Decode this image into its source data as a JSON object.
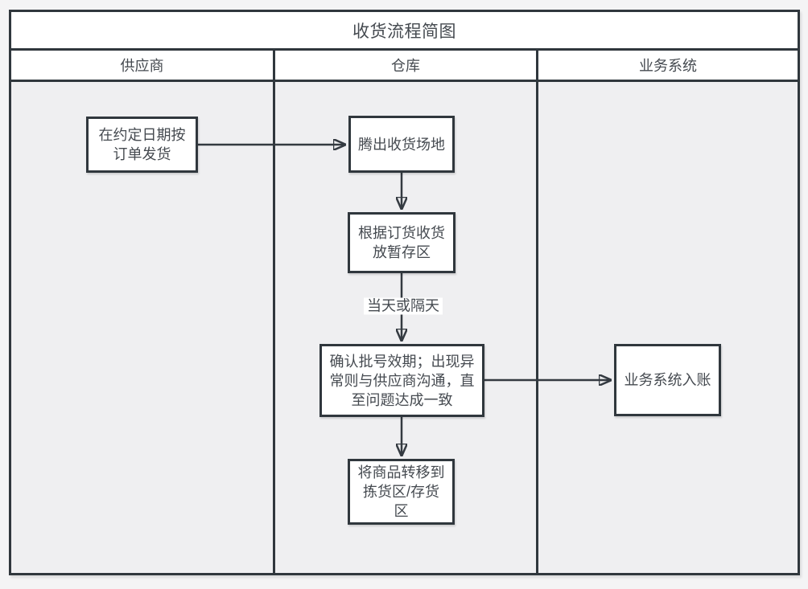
{
  "diagram": {
    "title": "收货流程简图",
    "lanes": [
      {
        "label": "供应商"
      },
      {
        "label": "仓库"
      },
      {
        "label": "业务系统"
      }
    ],
    "nodes": {
      "ship": {
        "lane": "供应商",
        "text": "在约定日期按订单发货",
        "lines": [
          "在约定日期按",
          "订单发货"
        ]
      },
      "clear": {
        "lane": "仓库",
        "text": "腾出收货场地",
        "lines": [
          "腾出收货场地"
        ]
      },
      "receive": {
        "lane": "仓库",
        "text": "根据订货收货放暂存区",
        "lines": [
          "根据订货收货",
          "放暂存区"
        ]
      },
      "confirm": {
        "lane": "仓库",
        "text": "确认批号效期；出现异常则与供应商沟通，直至问题达成一致",
        "lines": [
          "确认批号效期；出现异",
          "常则与供应商沟通，直",
          "至问题达成一致"
        ]
      },
      "transfer": {
        "lane": "仓库",
        "text": "将商品转移到拣货区/存货区",
        "lines": [
          "将商品转移到",
          "拣货区/存货",
          "区"
        ]
      },
      "account": {
        "lane": "业务系统",
        "text": "业务系统入账",
        "lines": [
          "业务系统入账"
        ]
      }
    },
    "edge_label": "当天或隔天",
    "colors": {
      "border": "#30373d",
      "text": "#454a50",
      "page_bg": "#f4f4f5",
      "body_bg": "#efeff1",
      "node_fill": "#ffffff"
    }
  }
}
